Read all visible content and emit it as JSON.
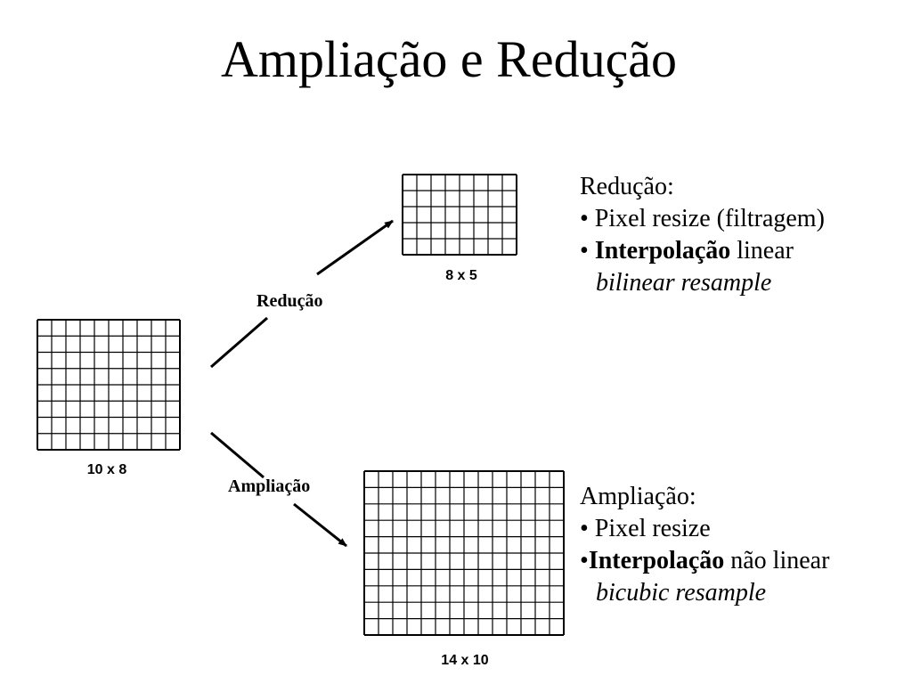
{
  "title": "Ampliação e Redução",
  "grids": {
    "original": {
      "label": "10 x 8",
      "cols": 10,
      "rows": 8
    },
    "reduced": {
      "label": "8 x 5",
      "cols": 8,
      "rows": 5
    },
    "enlarged": {
      "label": "14 x 10",
      "cols": 14,
      "rows": 10
    }
  },
  "arrows": {
    "reduction_label": "Redução",
    "enlargement_label": "Ampliação"
  },
  "notes": {
    "reduction": {
      "heading": "Redução:",
      "item1": "• Pixel resize (filtragem)",
      "item2_bullet": "• ",
      "item2_bold": "Interpolação",
      "item2_rest": " linear",
      "item3": "bilinear resample"
    },
    "enlargement": {
      "heading": "Ampliação:",
      "item1": "• Pixel resize",
      "item2_bullet": "•",
      "item2_bold": "Interpolação",
      "item2_rest": " não linear",
      "item3": "bicubic resample"
    }
  }
}
